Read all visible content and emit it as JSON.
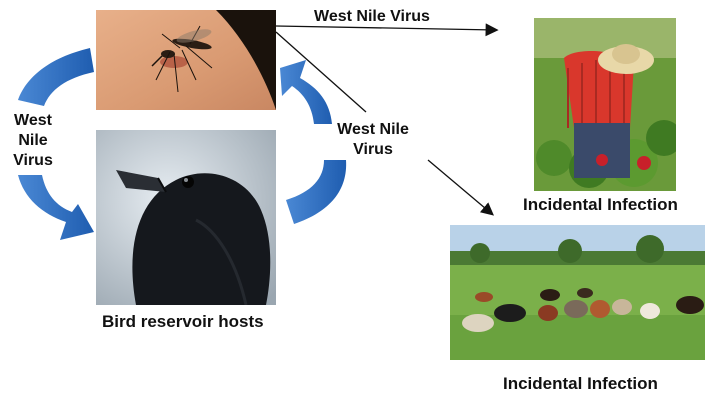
{
  "labels": {
    "top_arrow": "West Nile Virus",
    "left_cycle": [
      "West",
      "Nile",
      "Virus"
    ],
    "right_cycle": [
      "West Nile",
      "Virus"
    ],
    "bird_caption": "Bird reservoir hosts",
    "human_caption": "Incidental Infection",
    "cattle_caption": "Incidental Infection"
  },
  "photos": {
    "mosquito": "mosquito-on-skin-photo",
    "bird": "crow-photo",
    "human": "farmer-in-garden-photo",
    "cattle": "cattle-in-pasture-photo"
  },
  "colors": {
    "cycle_arrow": "#1f5db0",
    "cycle_arrow_light": "#4a88d4",
    "arrow_line": "#111111"
  }
}
